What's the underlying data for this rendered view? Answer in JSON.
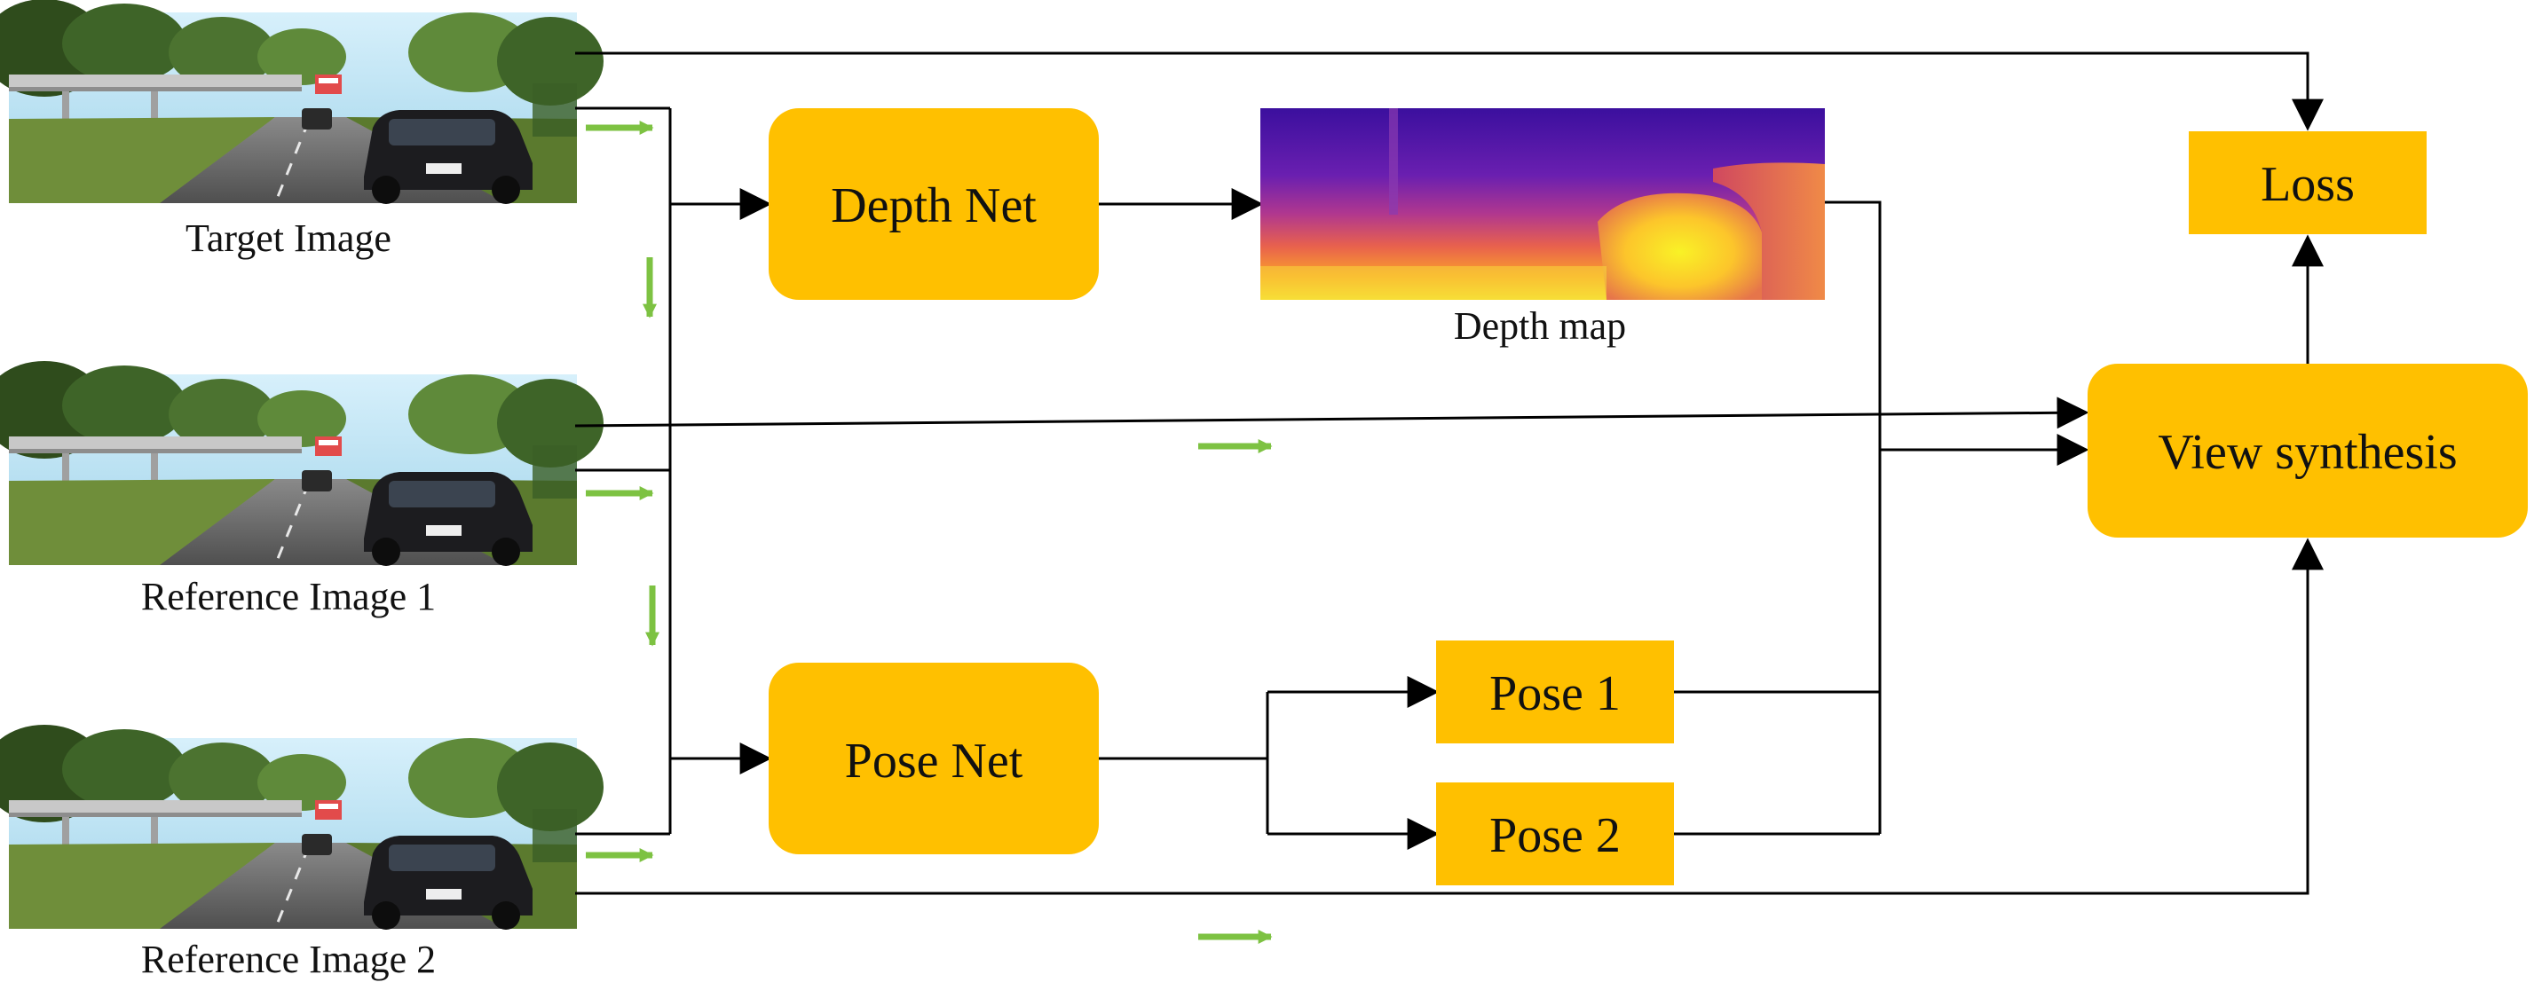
{
  "colors": {
    "node_fill": "#FFC000",
    "edge": "#000000",
    "data_flow_arrow": "#7DC242",
    "sky": "#bfe6f7",
    "road": "#6b6b6b",
    "grass": "#6f8e3a",
    "trees": "#3b5f25"
  },
  "inputs": {
    "target": {
      "caption": "Target Image"
    },
    "ref1": {
      "caption": "Reference Image 1"
    },
    "ref2": {
      "caption": "Reference Image 2"
    }
  },
  "nodes": {
    "depth_net": {
      "label": "Depth Net"
    },
    "pose_net": {
      "label": "Pose Net"
    },
    "pose1": {
      "label": "Pose 1"
    },
    "pose2": {
      "label": "Pose 2"
    },
    "view_synthesis": {
      "label": "View synthesis"
    },
    "loss": {
      "label": "Loss"
    }
  },
  "depth_map": {
    "caption": "Depth map"
  },
  "icons": [
    "street-scene-photo",
    "depth-heatmap",
    "green-flow-arrow"
  ]
}
